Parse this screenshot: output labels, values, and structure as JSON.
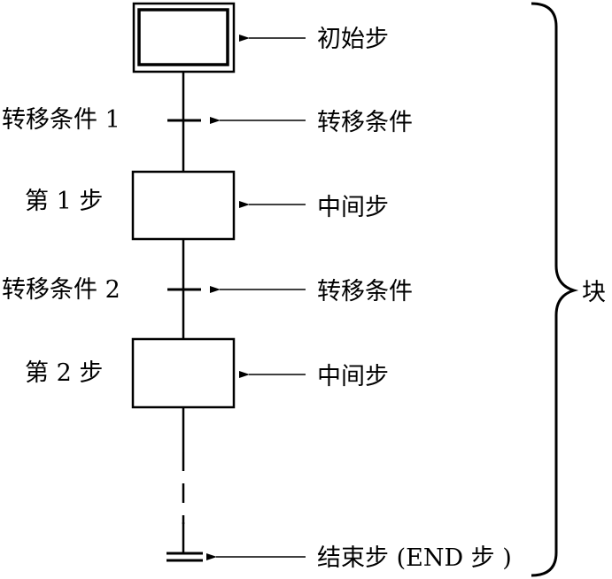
{
  "labels": {
    "initial_step": "初始步",
    "transition_right_1": "转移条件",
    "transition_right_2": "转移条件",
    "middle_step_1": "中间步",
    "middle_step_2": "中间步",
    "end_step": "结束步 (END 步 )",
    "transition_left_1": "转移条件 1",
    "transition_left_2": "转移条件 2",
    "step_1": "第 1 步",
    "step_2": "第 2 步",
    "block": "块"
  }
}
